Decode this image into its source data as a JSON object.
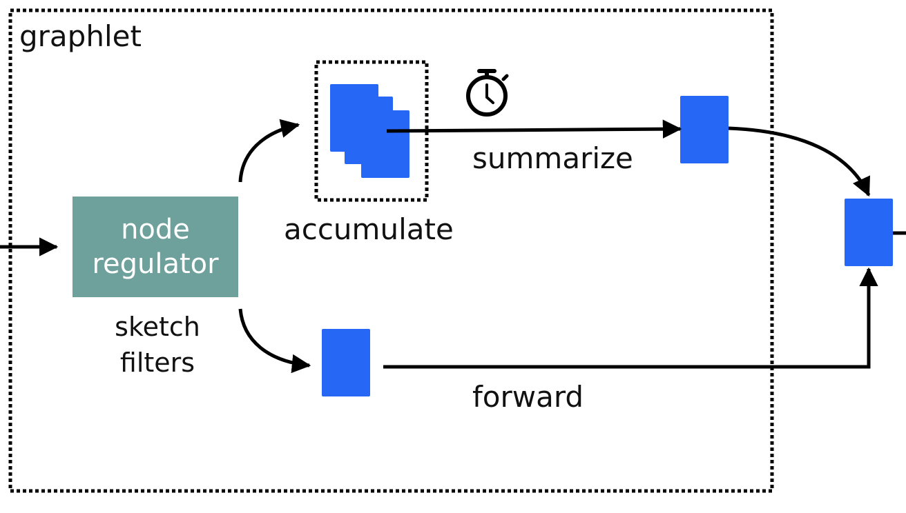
{
  "labels": {
    "graphlet": "graphlet",
    "node_regulator_line1": "node",
    "node_regulator_line2": "regulator",
    "sketch_filters_line1": "sketch",
    "sketch_filters_line2": "filters",
    "accumulate": "accumulate",
    "summarize": "summarize",
    "forward": "forward"
  },
  "icons": {
    "timer": "stopwatch-icon"
  },
  "colors": {
    "block_blue": "#2667f5",
    "regulator_teal": "#6fa19c",
    "line": "#000000"
  }
}
